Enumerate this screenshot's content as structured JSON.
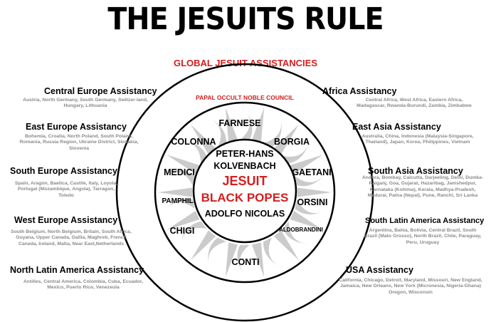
{
  "title": "THE JESUITS RULE",
  "subtitle": "GLOBAL JESUIT ASSISTANCIES",
  "council_label": "PAPAL OCCULT NOBLE COUNCIL",
  "families": {
    "farnese": "FARNESE",
    "colonna": "COLONNA",
    "borgia": "BORGIA",
    "medici": "MEDICI",
    "gaetani": "GAETANI",
    "pamphili": "PAMPHILI",
    "orsini": "ORSINI",
    "chigi": "CHIGI",
    "aldobrandini": "ALDOBRANDINI",
    "conti": "CONTI"
  },
  "center": {
    "pope1_line1": "PETER-HANS",
    "pope1_line2": "KOLVENBACH",
    "jesuit": "JESUIT",
    "black_popes": "BLACK POPES",
    "pope2": "ADOLFO NICOLAS"
  },
  "assistancies": {
    "central_europe": {
      "name": "Central Europe Assistancy",
      "regions": "Austria, North Germany, South Germany, Switzer-land, Hungary, Lithuania"
    },
    "east_europe": {
      "name": "East Europe Assistancy",
      "regions": "Bohemia, Croatia, North Poland, South Poland, Romania, Russia Region, Ukraine District, Slovakia, Slovenia"
    },
    "south_europe": {
      "name": "South Europe Assistancy",
      "regions": "Spain, Aragón, Baetica, Castile, Italy, Loyola, Portugal (Mozambique, Angola), Tarragon, Toledo"
    },
    "west_europe": {
      "name": "West Europe Assistancy",
      "regions": "South Belgium, North Belgium, Britain, South Africa, Guyana, Upper Canada, Gallia, Maghreb, French Canada, Ireland, Malta, Near East,Netherlands"
    },
    "north_latin_america": {
      "name": "North Latin America Assistancy",
      "regions": "Antilles, Central America, Colombia, Cuba, Ecuador, Mexico, Puerto Rico, Venezeula"
    },
    "africa": {
      "name": "Africa Assistancy",
      "regions": "Central Africa, West Africa, Eastern Africa, Madagascar, Rwanda-Burundi, Zambia, Zimbabwe"
    },
    "east_asia": {
      "name": "East Asia Assistancy",
      "regions": "Australia, China, Indonesia (Malaysia-Singapore, Thailand), Japan, Korea, Philippines, Vietnam"
    },
    "south_asia": {
      "name": "South Asia Assistancy",
      "regions": "Andhra, Bombay, Calcutta, Darjeeling, Delhi, Dumka-Raiganj, Goa, Gujarat, Hazaribag, Jamshedpur, Karnataka (Kohima), Kerala, Madhya-Pradesh, Madurai, Patna (Nepal), Pune, Ranchi, Sri Lanka"
    },
    "south_latin_america": {
      "name": "South Latin America Assistancy",
      "regions": "Argentina, Bahia, Bolivia, Central Brazil, South Brazil (Mato Grosso), North Brazil, Chile, Paraguay, Peru, Uruguay"
    },
    "usa": {
      "name": "USA Assistancy",
      "regions": "California, Chicago, Detroit, Maryland, Missouri, New England, Jamaica, New Orleans, New York (Micronesia, Nigeria-Ghana) Oregon, Wisconsin"
    }
  }
}
